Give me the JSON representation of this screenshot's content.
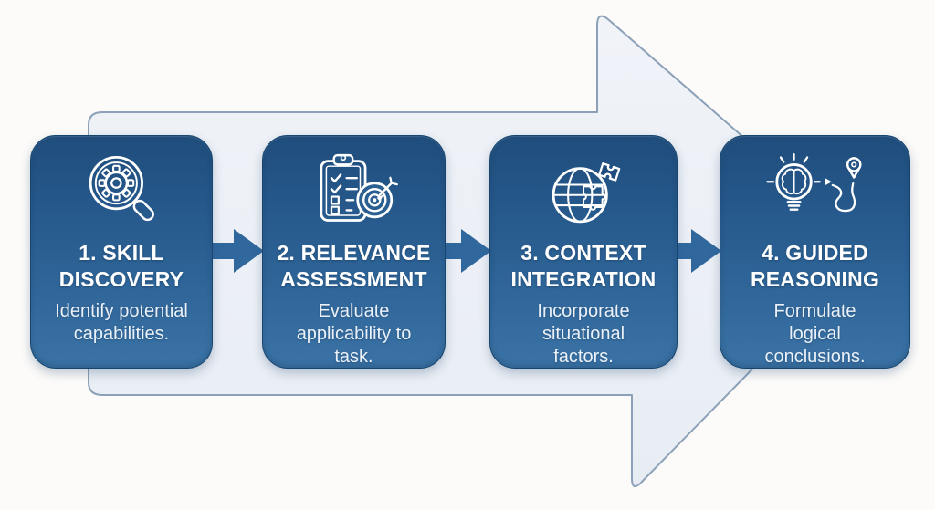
{
  "diagram": {
    "type": "process-flow",
    "direction": "left-to-right",
    "background_shape": "large light right-pointing arrow",
    "colors": {
      "background": "#fcfbf9",
      "card_gradient_top": "#1f4d7c",
      "card_gradient_bottom": "#3b73a6",
      "big_arrow_fill": "#edf1f6",
      "big_arrow_border": "#8ca1b8",
      "connector_arrow": "#30689e",
      "text": "#ffffff"
    },
    "steps": [
      {
        "icon": "magnifier-gear-icon",
        "title": "1. SKILL DISCOVERY",
        "description": "Identify potential capabilities."
      },
      {
        "icon": "clipboard-target-icon",
        "title": "2. RELEVANCE ASSESSMENT",
        "description": "Evaluate applicability to task."
      },
      {
        "icon": "globe-puzzle-icon",
        "title": "3. CONTEXT INTEGRATION",
        "description": "Incorporate situational factors."
      },
      {
        "icon": "lightbulb-brain-path-icon",
        "title": "4. GUIDED REASONING",
        "description": "Formulate logical conclusions."
      }
    ]
  }
}
